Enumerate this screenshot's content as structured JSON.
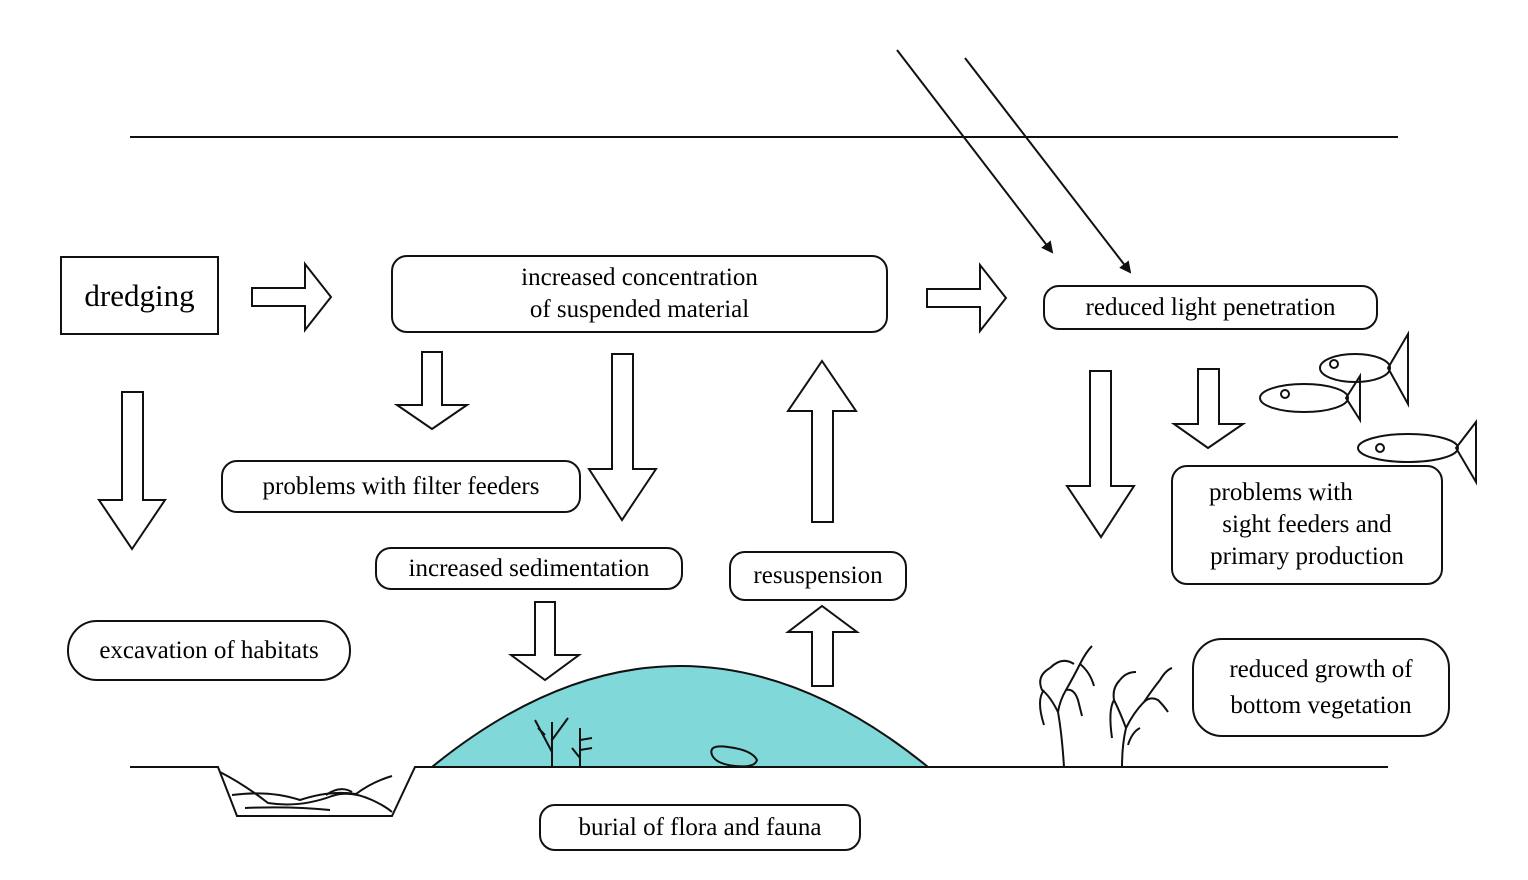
{
  "labels": {
    "dredging": "dredging",
    "suspended_line1": "increased concentration",
    "suspended_line2": "of suspended material",
    "light": "reduced light penetration",
    "filter": "problems with filter feeders",
    "sedimentation": "increased sedimentation",
    "resuspension": "resuspension",
    "sight_line1": "problems with",
    "sight_line2": "sight feeders and",
    "sight_line3": "primary production",
    "excavation": "excavation of habitats",
    "vegetation_line1": "reduced growth of",
    "vegetation_line2": "bottom vegetation",
    "burial": "burial of flora and fauna"
  },
  "colors": {
    "sediment_mound": "#80d8d8",
    "stroke": "#111111",
    "background": "#ffffff"
  },
  "icons": [
    "sun-ray-arrow",
    "fish-icon",
    "dead-plant-icon",
    "seagrass-icon",
    "rock-icon",
    "excavation-pit"
  ]
}
